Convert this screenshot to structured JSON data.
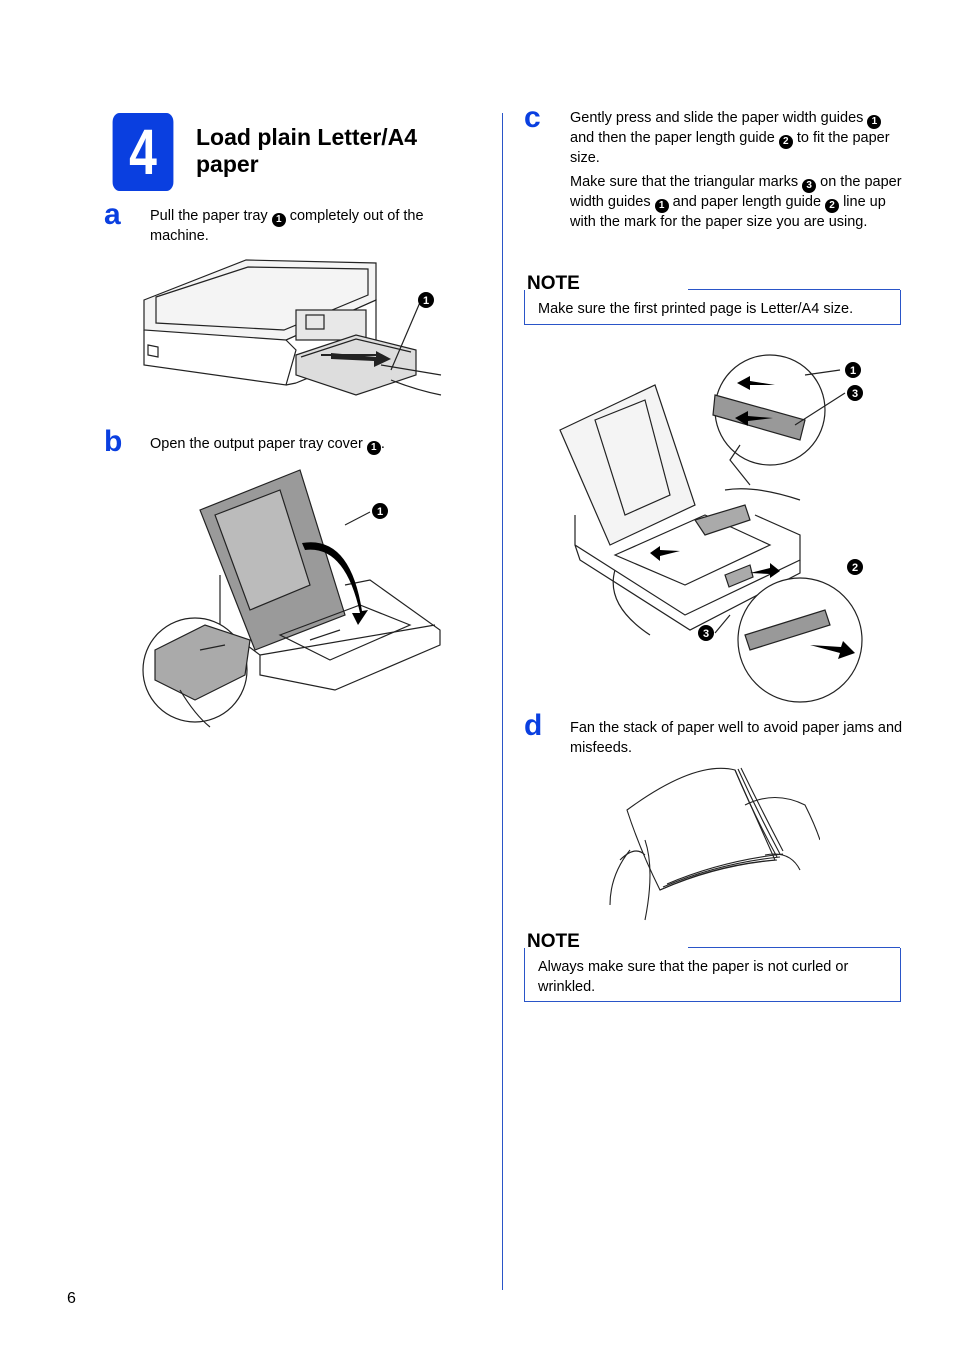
{
  "step": {
    "number": "4",
    "title": "Load plain Letter/A4 paper"
  },
  "steps": {
    "a": {
      "letter": "a",
      "text_pre": "Pull the paper tray ",
      "marker": "1",
      "text_post": " completely out of the machine."
    },
    "b": {
      "letter": "b",
      "text_pre": "Open the output paper tray cover ",
      "marker": "1",
      "text_post": "."
    },
    "c": {
      "letter": "c",
      "p1_a": "Gently press and slide the paper width guides ",
      "p1_m1": "1",
      "p1_b": " and then the paper length guide ",
      "p1_m2": "2",
      "p1_c": " to fit the paper size.",
      "p2_a": "Make sure that the triangular marks ",
      "p2_m1": "3",
      "p2_b": " on the paper width guides ",
      "p2_m2": "1",
      "p2_c": " and paper length guide ",
      "p2_m3": "2",
      "p2_d": " line up with the mark for the paper size you are using."
    },
    "d": {
      "letter": "d",
      "text": "Fan the stack of paper well to avoid paper jams and misfeeds."
    }
  },
  "notes": [
    {
      "heading": "NOTE",
      "text": "Make sure the first printed page is Letter/A4 size."
    },
    {
      "heading": "NOTE",
      "text": "Always make sure that the paper is not curled or wrinkled."
    }
  ],
  "figures": {
    "fig_a": {
      "callout": "1"
    },
    "fig_b": {
      "callout": "1"
    },
    "fig_c": {
      "callout1": "1",
      "callout3a": "3",
      "callout2": "2",
      "callout3b": "3"
    }
  },
  "page_number": "6",
  "colors": {
    "accent": "#0a3fe0",
    "rule": "#2a55c8"
  }
}
